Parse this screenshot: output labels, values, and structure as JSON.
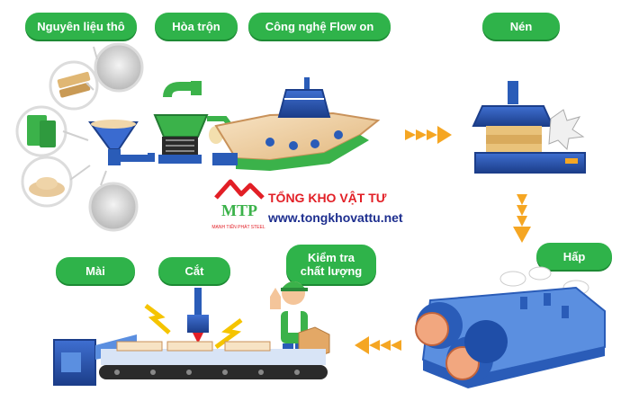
{
  "steps": {
    "raw_materials": "Nguyên liệu thô",
    "mixing": "Hòa trộn",
    "flow_on": "Công nghệ Flow on",
    "pressing": "Nén",
    "steaming": "Hấp",
    "quality_check": "Kiểm tra\nchất lượng",
    "cutting": "Cắt",
    "grinding": "Mài"
  },
  "brand": {
    "logo_text": "MTP",
    "logo_subtext": "MẠNH TIẾN PHÁT STEEL",
    "name": "TỔNG KHO VẬT TƯ",
    "website": "www.tongkhovattu.net"
  },
  "colors": {
    "pill_green": "#2fb34a",
    "machine_blue": "#2a5cb8",
    "arrow_orange": "#f5a623",
    "brand_red": "#e21f26",
    "brand_blue": "#1e2f8f"
  },
  "icons": [
    "funnel-icon",
    "mixer-icon",
    "conveyor-icon",
    "press-icon",
    "steam-autoclave-icon",
    "worker-icon",
    "cutter-icon",
    "grinder-conveyor-icon",
    "arrow-icon"
  ]
}
